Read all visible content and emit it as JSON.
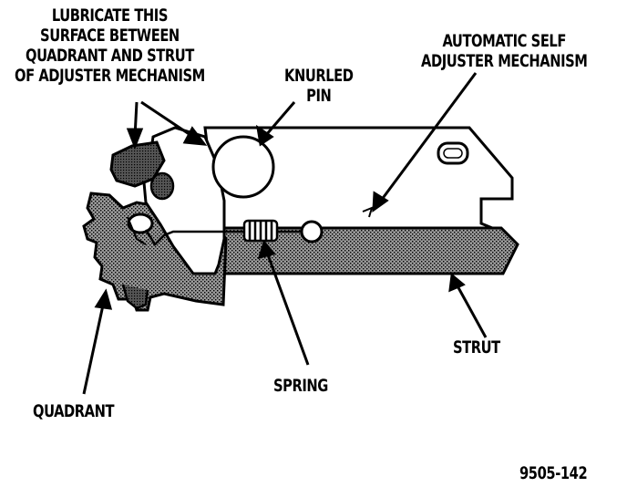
{
  "labels": {
    "lubricate": [
      "LUBRICATE THIS",
      "SURFACE BETWEEN",
      "QUADRANT AND STRUT",
      "OF ADJUSTER MECHANISM"
    ],
    "automatic": [
      "AUTOMATIC SELF",
      "ADJUSTER MECHANISM"
    ],
    "knurled": [
      "KNURLED",
      "PIN"
    ],
    "strut": "STRUT",
    "spring": "SPRING",
    "quadrant": "QUADRANT",
    "figure_id": "9505-142"
  },
  "colors": {
    "ink": "#000000",
    "paper": "#ffffff",
    "stipple": "#7a7a7a"
  }
}
